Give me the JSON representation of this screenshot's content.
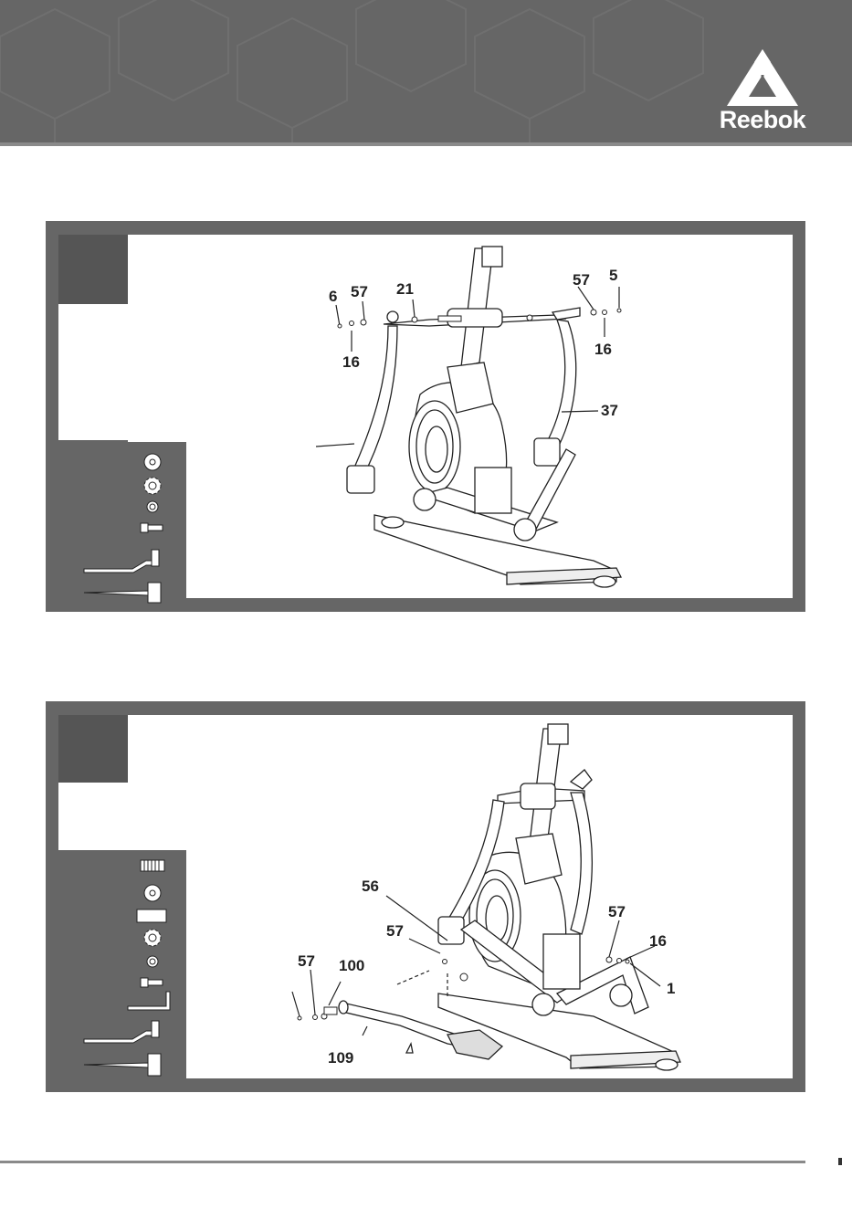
{
  "header": {
    "brand": "Reebok",
    "background": "#666666",
    "logo_icon": "reebok-delta-icon"
  },
  "steps": [
    {
      "callouts": [
        "6",
        "57",
        "21",
        "57",
        "5",
        "16",
        "16",
        "37"
      ],
      "hardware_icons": [
        "washer-icon",
        "spring-washer-icon",
        "nut-icon",
        "bolt-icon",
        "allen-key-icon",
        "spanner-icon"
      ]
    },
    {
      "callouts": [
        "56",
        "57",
        "57",
        "100",
        "109",
        "57",
        "16",
        "1"
      ],
      "hardware_icons": [
        "threaded-bolt-icon",
        "washer-icon",
        "bushing-icon",
        "spring-washer-icon",
        "nut-icon",
        "bolt-icon",
        "allen-key-icon",
        "spanner-icon",
        "screwdriver-icon"
      ]
    }
  ],
  "colors": {
    "panel": "#666666",
    "tab": "#555555",
    "line": "#222222"
  }
}
